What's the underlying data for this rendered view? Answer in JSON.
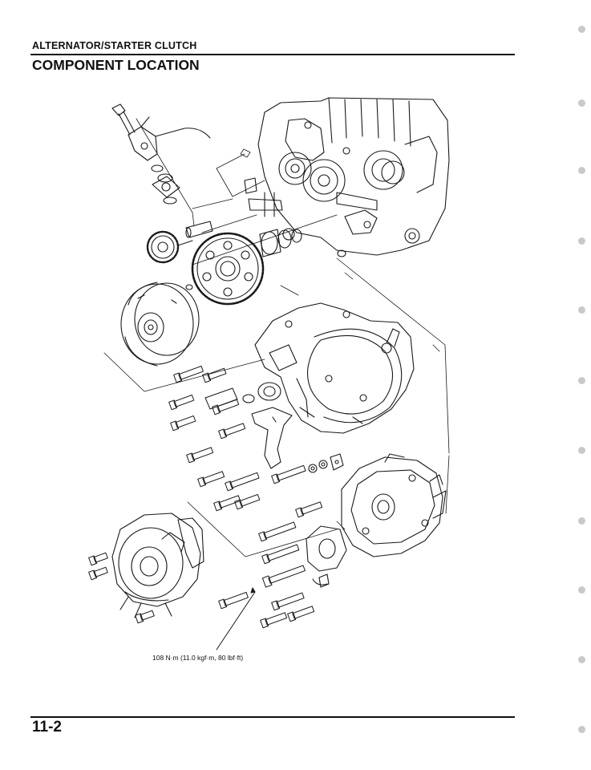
{
  "header": {
    "section_title": "ALTERNATOR/STARTER CLUTCH",
    "page_title": "COMPONENT LOCATION"
  },
  "diagram": {
    "torque_callout": "108 N·m (11.0 kgf·m, 80 lbf·ft)"
  },
  "footer": {
    "page_number": "11-2"
  }
}
